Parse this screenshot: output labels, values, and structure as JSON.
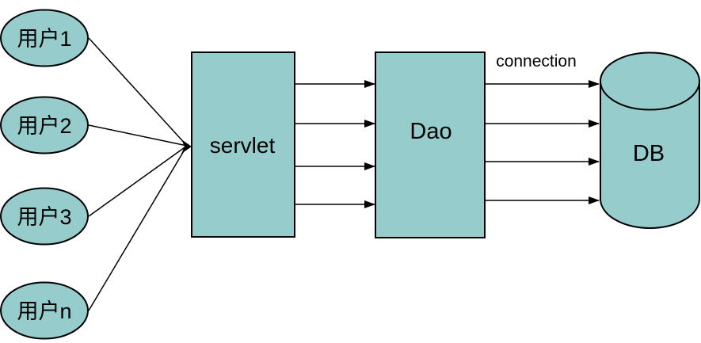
{
  "diagram": {
    "users": [
      {
        "label": "用户1"
      },
      {
        "label": "用户2"
      },
      {
        "label": "用户3"
      },
      {
        "label": "用户n"
      }
    ],
    "servlet": {
      "label": "servlet"
    },
    "dao": {
      "label": "Dao"
    },
    "db": {
      "label": "DB"
    },
    "connection_label": "connection",
    "colors": {
      "shape_fill": "#96cccc",
      "stroke": "#000000",
      "text": "#000000",
      "background": "#ffffff"
    }
  }
}
